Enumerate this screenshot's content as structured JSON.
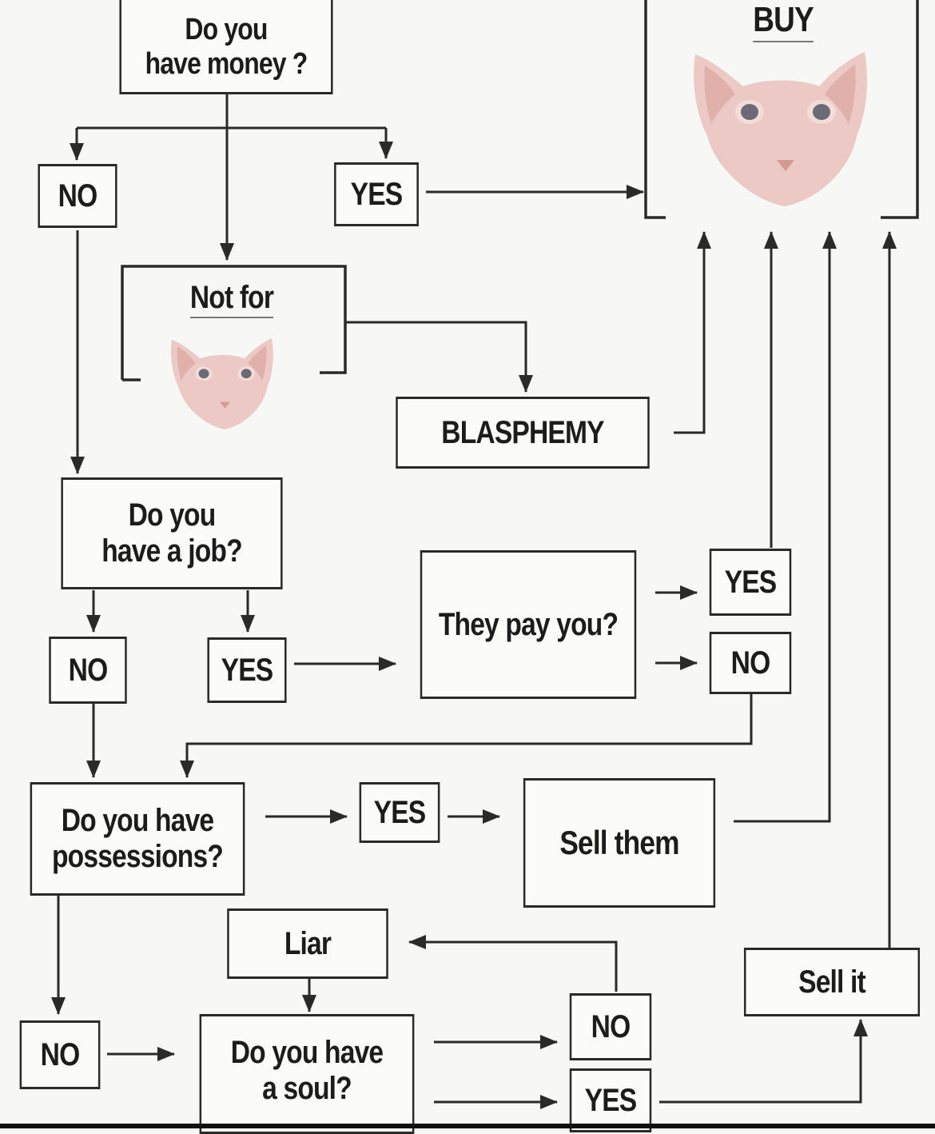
{
  "nodes": {
    "money_q_l1": "Do you",
    "money_q_l2": "have money ?",
    "no1": "NO",
    "yes1": "YES",
    "buy": "BUY",
    "not_for": "Not for",
    "blasphemy": "BLASPHEMY",
    "job_q_l1": "Do you",
    "job_q_l2": "have a job?",
    "no2": "NO",
    "yes2": "YES",
    "pay_q": "They pay you?",
    "yes3": "YES",
    "no3": "NO",
    "poss_q_l1": "Do you have",
    "poss_q_l2": "possessions?",
    "yes4": "YES",
    "sell_them": "Sell them",
    "liar": "Liar",
    "no4": "NO",
    "soul_q_l1": "Do you have",
    "soul_q_l2": "a soul?",
    "no5": "NO",
    "yes5": "YES",
    "sell_it": "Sell it"
  },
  "icons": {
    "buy_image": "sphynx-cat-head-icon",
    "not_for_image": "sphynx-cat-head-icon"
  },
  "colors": {
    "line": "#2a2a2a",
    "background": "#f7f7f5",
    "cat_skin": "#ecc9c4",
    "cat_eye": "#6d6a78"
  }
}
